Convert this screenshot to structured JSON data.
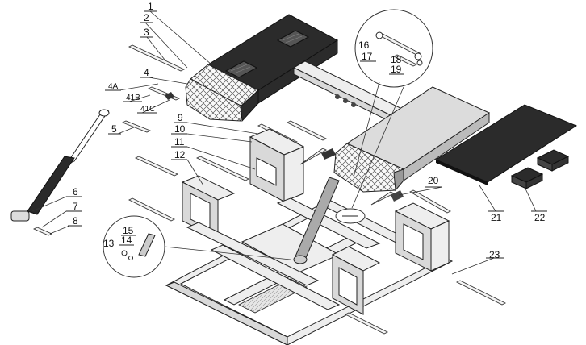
{
  "diagram": {
    "part_labels": [
      {
        "id": "p1",
        "text": "1"
      },
      {
        "id": "p2",
        "text": "2"
      },
      {
        "id": "p3",
        "text": "3"
      },
      {
        "id": "p4A",
        "text": "4A"
      },
      {
        "id": "p4",
        "text": "4"
      },
      {
        "id": "p41B",
        "text": "41B"
      },
      {
        "id": "p41C",
        "text": "41C"
      },
      {
        "id": "p5",
        "text": "5"
      },
      {
        "id": "p6",
        "text": "6"
      },
      {
        "id": "p7",
        "text": "7"
      },
      {
        "id": "p8",
        "text": "8"
      },
      {
        "id": "p9",
        "text": "9"
      },
      {
        "id": "p10",
        "text": "10"
      },
      {
        "id": "p11",
        "text": "11"
      },
      {
        "id": "p12",
        "text": "12"
      },
      {
        "id": "p13",
        "text": "13"
      },
      {
        "id": "p14",
        "text": "14"
      },
      {
        "id": "p15",
        "text": "15"
      },
      {
        "id": "p16",
        "text": "16"
      },
      {
        "id": "p17",
        "text": "17"
      },
      {
        "id": "p18",
        "text": "18"
      },
      {
        "id": "p19",
        "text": "19"
      },
      {
        "id": "p20",
        "text": "20"
      },
      {
        "id": "p21",
        "text": "21"
      },
      {
        "id": "p22",
        "text": "22"
      },
      {
        "id": "p23",
        "text": "23"
      }
    ],
    "colors": {
      "platform_top": "#2b2b2b",
      "frame": "#d9d9d9",
      "line": "#222222",
      "background": "#ffffff"
    }
  }
}
